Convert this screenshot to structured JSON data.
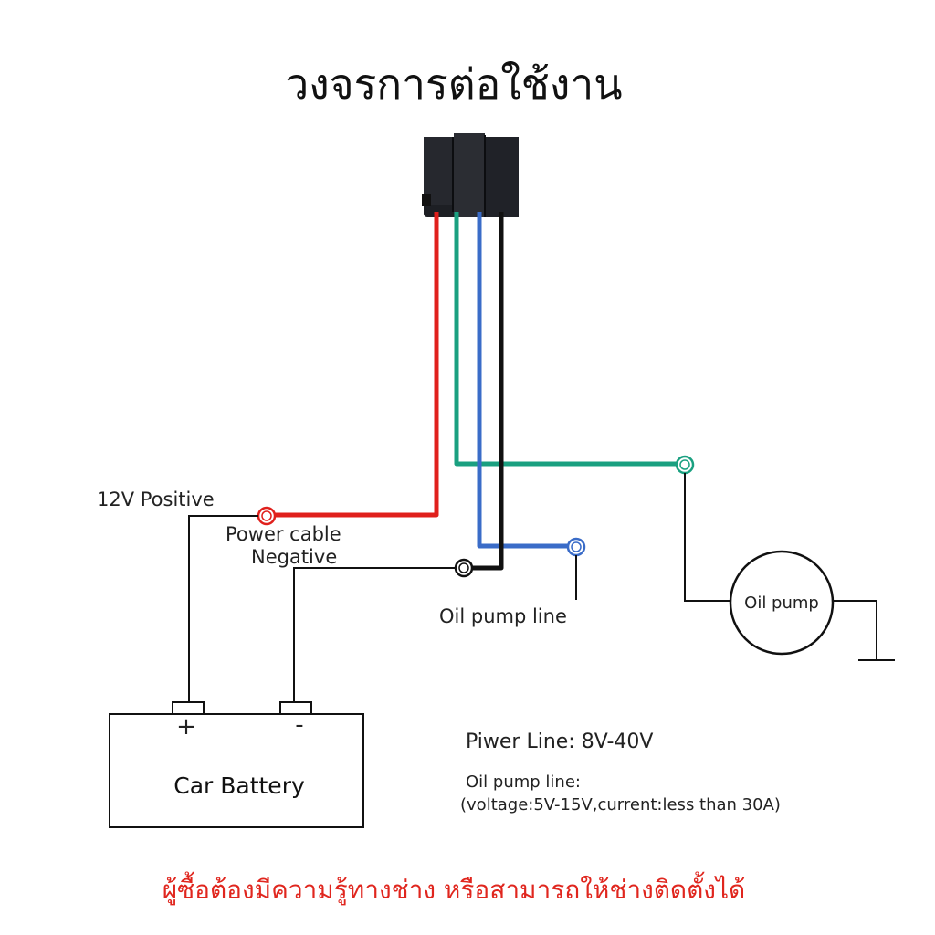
{
  "title": "วงจรการต่อใช้งาน",
  "labels": {
    "positive": "12V Positive",
    "power_cable": "Power cable",
    "negative": "Negative",
    "oil_pump_line": "Oil pump line",
    "oil_pump": "Oil pump",
    "battery": "Car Battery",
    "plus": "+",
    "minus": "-"
  },
  "specs": {
    "power_line": "Piwer Line:  8V-40V",
    "oil_pump_line_title": "Oil pump line:",
    "oil_pump_line_detail": "(voltage:5V-15V,current:less than 30A)"
  },
  "warning": "ผู้ซื้อต้องมีความรู้ทางช่าง หรือสามารถให้ช่างติดตั้งได้",
  "colors": {
    "wire_red": "#e0201c",
    "wire_green": "#1aa080",
    "wire_blue": "#3a6cc8",
    "wire_black": "#111111",
    "warning_red": "#e0261e",
    "device_body": "#1d1f24"
  },
  "icons": [
    "relay-device-icon",
    "terminal-ring-icon",
    "ground-symbol-icon",
    "oil-pump-circle-icon",
    "battery-icon"
  ]
}
